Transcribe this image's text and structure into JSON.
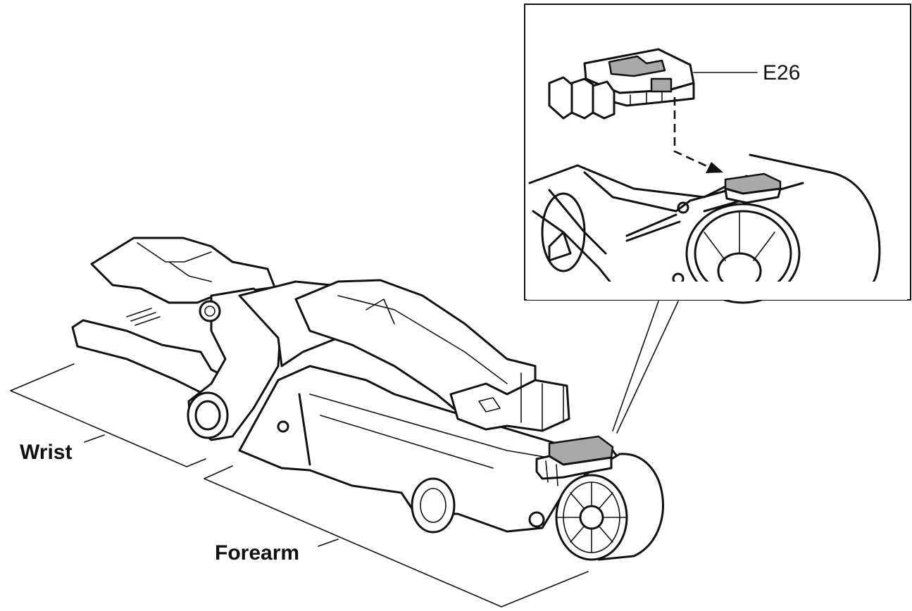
{
  "labels": {
    "wrist": "Wrist",
    "forearm": "Forearm",
    "connector": "E26"
  },
  "colors": {
    "line": "#111111",
    "highlight_gray": "#a9a9a9",
    "background": "#ffffff"
  }
}
